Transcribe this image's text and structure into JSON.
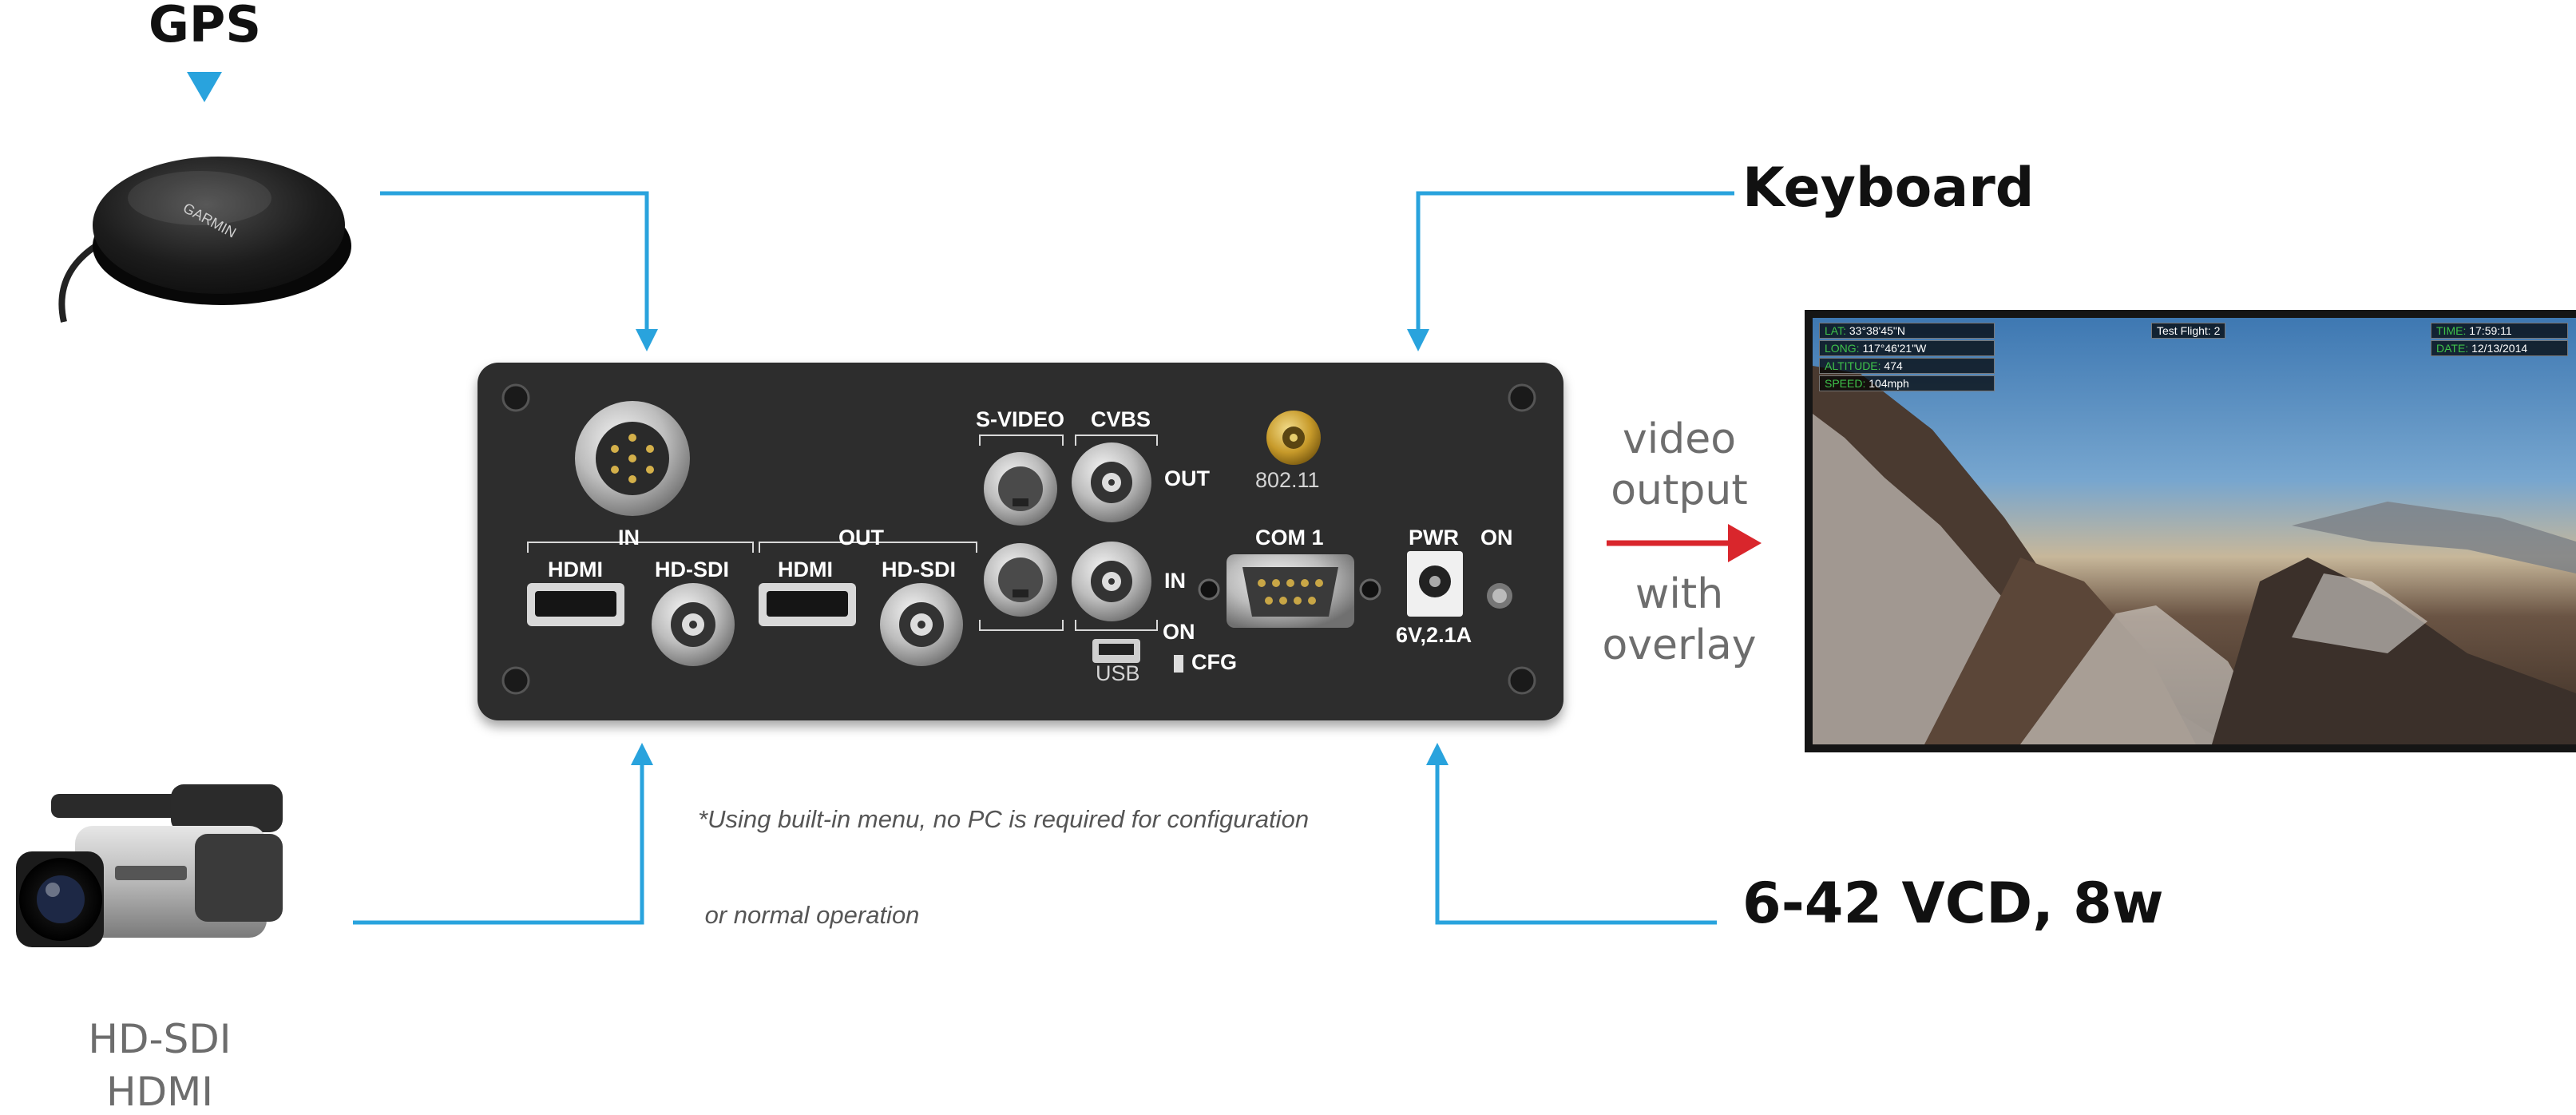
{
  "labels": {
    "gps": "GPS",
    "keyboard": "Keyboard",
    "power": "6-42 VCD, 8w",
    "camera_line1": "HD-SDI",
    "camera_line2": "HDMI",
    "video_output": [
      "video",
      "output",
      "with",
      "overlay"
    ],
    "footnote_line1": "*Using built-in menu, no PC is required for configuration",
    "footnote_line2": " or normal operation",
    "gps_brand": "GARMIN"
  },
  "device": {
    "in_label": "IN",
    "out_label": "OUT",
    "hdmi": "HDMI",
    "hdsdi": "HD-SDI",
    "svideo": "S-VIDEO",
    "cvbs": "CVBS",
    "cvbs_out": "OUT",
    "cvbs_in": "IN",
    "antenna": "802.11",
    "com": "COM 1",
    "pwr": "PWR",
    "pwr_rating": "6V,2.1A",
    "on": "ON",
    "usb": "USB",
    "usb_on": "ON",
    "cfg": "CFG"
  },
  "overlay": {
    "lat_key": "LAT:",
    "lat_val": "33°38'45\"N",
    "long_key": "LONG:",
    "long_val": "117°46'21\"W",
    "alt_key": "ALTITUDE:",
    "alt_val": "474",
    "speed_key": "SPEED:",
    "speed_val": "104mph",
    "title": "Test Flight: 2",
    "time_key": "TIME:",
    "time_val": "17:59:11",
    "date_key": "DATE:",
    "date_val": "12/13/2014"
  },
  "colors": {
    "connector_line": "#29a3dd",
    "output_arrow": "#d9262c",
    "device_body": "#2d2d2d",
    "osd_key": "#3ec24a"
  }
}
